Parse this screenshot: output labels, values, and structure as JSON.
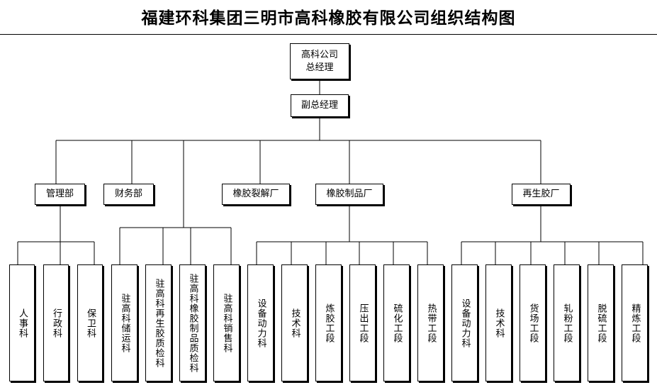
{
  "title": "福建环科集团三明市高科橡胶有限公司组织结构图",
  "nodes": {
    "gm": "高科公司\n总经理",
    "deputy": "副总经理",
    "mgmt": "管理部",
    "finance": "财务部",
    "rubber_crack": "橡胶裂解厂",
    "rubber_products": "橡胶制品厂",
    "regen": "再生胶厂"
  },
  "sections": {
    "mgmt_subs": [
      "人事科",
      "行政科",
      "保卫科"
    ],
    "station_subs": [
      "驻高科储运科",
      "驻高科再生胶质检科",
      "驻高科橡胶制品质检科",
      "驻高科销售科"
    ],
    "products_subs": [
      "设备动力科",
      "技术科",
      "炼胶工段",
      "压出工段",
      "硫化工段",
      "热带工段"
    ],
    "regen_subs": [
      "设备动力科",
      "技术科",
      "货场工段",
      "轧粉工段",
      "脱硫工段",
      "精炼工段"
    ]
  }
}
